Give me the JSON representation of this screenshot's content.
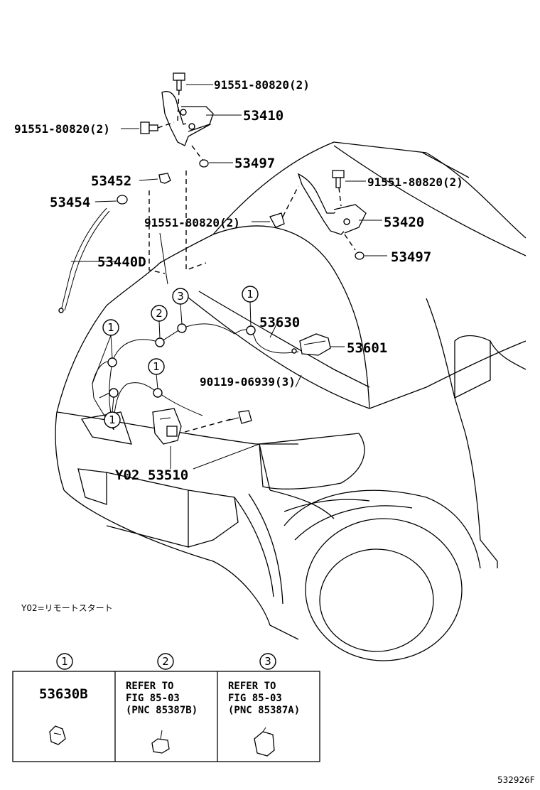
{
  "parts": {
    "bolt_top_right_of_bracket": "91551-80820(2)",
    "bolt_left": "91551-80820(2)",
    "hinge_left": "53410",
    "clip_left": "53497",
    "hinge_right": "53420",
    "clip_right": "53497",
    "bolt_right": "91551-80820(2)",
    "bolt_center": "91551-80820(2)",
    "cushion": "53452",
    "grommet": "53454",
    "support_rod": "53440D",
    "hood_cable": "53630",
    "release_handle": "53601",
    "screw": "90119-06939(3)",
    "lock_prefix": "Y02",
    "lock": "53510"
  },
  "callouts": {
    "one": "1",
    "two": "2",
    "three": "3"
  },
  "note": "Y02=リモートスタート",
  "legend": [
    {
      "num": "1",
      "line1": "53630B",
      "line2": "",
      "line3": ""
    },
    {
      "num": "2",
      "line1": "REFER TO",
      "line2": "FIG 85-03",
      "line3": "(PNC 85387B)"
    },
    {
      "num": "3",
      "line1": "REFER TO",
      "line2": "FIG 85-03",
      "line3": "(PNC 85387A)"
    }
  ],
  "figure_id": "532926F"
}
